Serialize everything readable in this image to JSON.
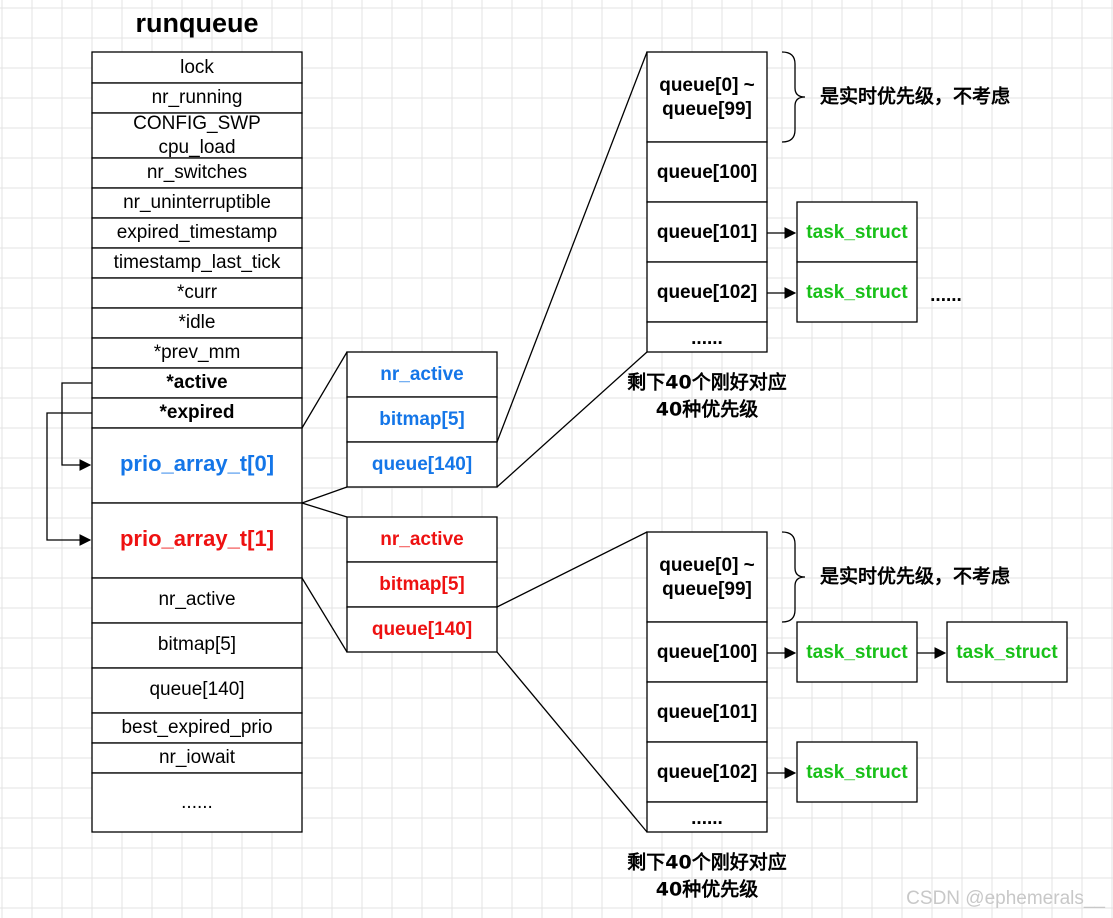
{
  "title": "runqueue",
  "runqueue_fields": [
    "lock",
    "nr_running",
    "CONFIG_SWP",
    "cpu_load",
    "nr_switches",
    "nr_uninterruptible",
    "expired_timestamp",
    "timestamp_last_tick",
    "*curr",
    "*idle",
    "*prev_mm",
    "*active",
    "*expired"
  ],
  "prio_array_0": "prio_array_t[0]",
  "prio_array_1": "prio_array_t[1]",
  "tail_fields": [
    "nr_active",
    "bitmap[5]",
    "queue[140]",
    "best_expired_prio",
    "nr_iowait",
    "......"
  ],
  "array0_fields": [
    "nr_active",
    "bitmap[5]",
    "queue[140]"
  ],
  "array1_fields": [
    "nr_active",
    "bitmap[5]",
    "queue[140]"
  ],
  "queue_top": {
    "rt_range": [
      "queue[0] ~",
      "queue[99]"
    ],
    "rows": [
      "queue[100]",
      "queue[101]",
      "queue[102]"
    ],
    "ellipsis": "......",
    "rt_note": "是实时优先级，不考虑",
    "tasks": [
      "task_struct",
      "task_struct"
    ],
    "trailing": "......",
    "caption": [
      "剩下40个刚好对应",
      "40种优先级"
    ]
  },
  "queue_bottom": {
    "rt_range": [
      "queue[0] ~",
      "queue[99]"
    ],
    "rows": [
      "queue[100]",
      "queue[101]",
      "queue[102]"
    ],
    "ellipsis": "......",
    "rt_note": "是实时优先级，不考虑",
    "tasks": [
      "task_struct",
      "task_struct",
      "task_struct"
    ],
    "caption": [
      "剩下40个刚好对应",
      "40种优先级"
    ]
  },
  "watermark": "CSDN @ephemerals__",
  "colors": {
    "blue": "#1476e8",
    "red": "#ee1111",
    "green": "#19c019"
  }
}
